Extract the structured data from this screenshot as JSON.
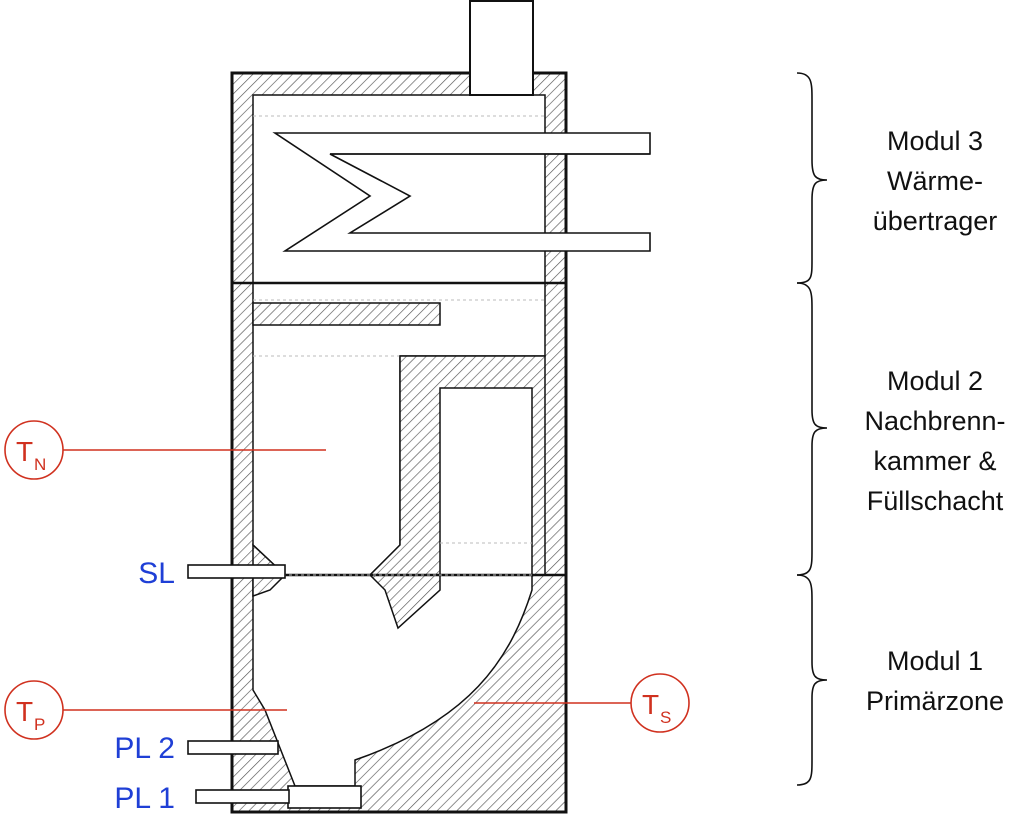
{
  "modules": [
    {
      "lines": [
        "Modul 3",
        "Wärme-",
        "übertrager"
      ]
    },
    {
      "lines": [
        "Modul 2",
        "Nachbrenn-",
        "kammer &",
        "Füllschacht"
      ]
    },
    {
      "lines": [
        "Modul 1",
        "Primärzone"
      ]
    }
  ],
  "sensors": {
    "tn": {
      "main": "T",
      "sub": "N"
    },
    "tp": {
      "main": "T",
      "sub": "P"
    },
    "ts": {
      "main": "T",
      "sub": "S"
    }
  },
  "inlets": {
    "sl": "SL",
    "pl2": "PL 2",
    "pl1": "PL 1"
  },
  "colors": {
    "sensor": "#d0311f",
    "inlet_label": "#1f3fd6",
    "line": "#111111"
  }
}
